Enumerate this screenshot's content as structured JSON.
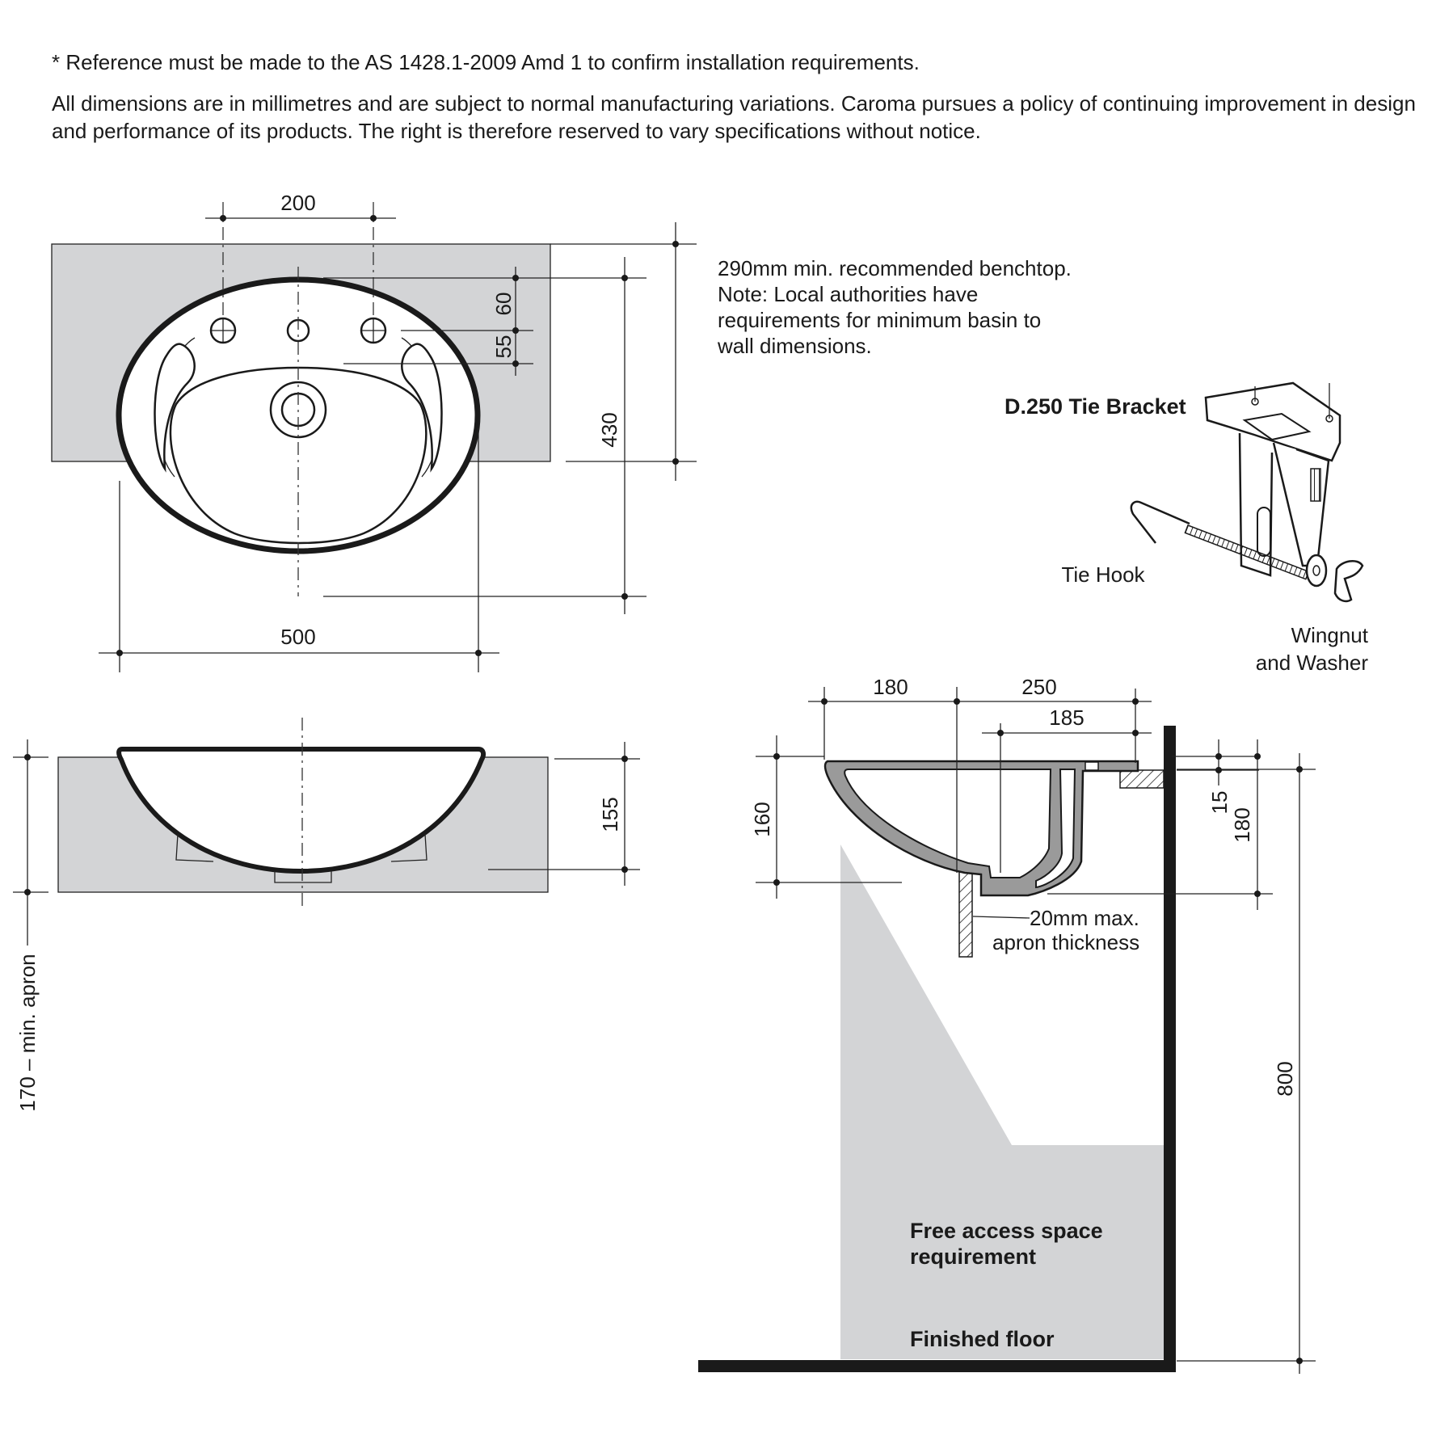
{
  "notes": {
    "reference": "* Reference must be made to the AS 1428.1-2009 Amd 1 to confirm installation requirements.",
    "disclaimer": "All dimensions are in millimetres and are subject to normal manufacturing variations. Caroma pursues a policy of continuing improvement in design and performance of its products. The right is therefore reserved to vary specifications without notice."
  },
  "plan_view": {
    "dim_tap_spacing": "200",
    "dim_60": "60",
    "dim_55": "55",
    "dim_430": "430",
    "dim_width": "500"
  },
  "benchtop_note": {
    "line1": "290mm min. recommended benchtop.",
    "line2": "Note: Local authorities have",
    "line3": "requirements for minimum basin to",
    "line4": "wall dimensions."
  },
  "tie_bracket": {
    "title": "D.250 Tie Bracket",
    "tie_hook": "Tie Hook",
    "wingnut_line1": "Wingnut",
    "wingnut_line2": "and Washer"
  },
  "front_view": {
    "dim_155": "155",
    "apron_label": "170 – min. apron"
  },
  "section_view": {
    "dim_180_top": "180",
    "dim_250": "250",
    "dim_185": "185",
    "dim_160": "160",
    "dim_15": "15",
    "dim_180_side": "180",
    "dim_800": "800",
    "apron_line1": "20mm max.",
    "apron_line2": "apron thickness",
    "access_line1": "Free access space",
    "access_line2": "requirement",
    "floor": "Finished floor"
  },
  "colors": {
    "benchtop_grey": "#d3d4d6",
    "line": "#1a1a1a"
  }
}
